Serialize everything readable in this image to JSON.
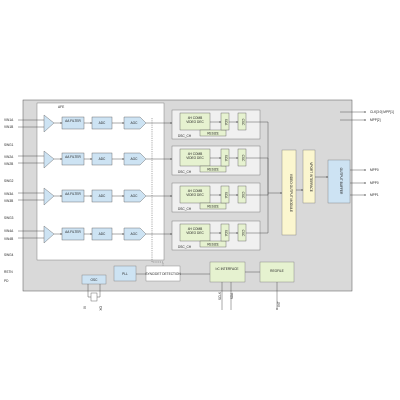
{
  "diagram": {
    "afe_label": "AFE",
    "inputs": [
      "VIN1A",
      "VIN1B",
      "SWG1",
      "VIN2A",
      "VIN2B",
      "SWG2",
      "VIN3A",
      "VIN3B",
      "SWG3",
      "VIN4A",
      "VIN4B",
      "SWG4"
    ],
    "bottom_left_inputs": [
      "RSTN",
      "PD"
    ],
    "channel_blocks": {
      "aa_filter": "AA FILTER",
      "adc": "ADC",
      "agc": "AGC",
      "decoder": "4H COMB VIDEO DEC",
      "resizer": "RESIZE",
      "dsc": "DSC_CH",
      "scaler": "SCA",
      "csc": "CSC"
    },
    "video_output_module": "VIDEO OUTPUT MODULE",
    "vport_interface": "VPORT INTERFACE",
    "output_buffer": "OUTPUT BUFFER",
    "right_outputs_top": [
      "CLK[3:0] MPP[1]",
      "MPP[2]"
    ],
    "right_outputs": [
      "MPP0",
      "MPP0",
      "MPP1"
    ],
    "osc": "OSC",
    "pll": "PLL",
    "sync_detection": "SYNC/DET DETECTION",
    "i2c_interface": "I²C INTERFACE",
    "regfile": "REGFILE",
    "xtal_pins": [
      "XI",
      "XO"
    ],
    "i2c_pins": [
      "SCLK",
      "SDA"
    ],
    "int_pin": "INT",
    "colors": {
      "chip_bg": "#d9d9d9",
      "afe_bg": "#ffffff",
      "channel_bg": "#f0f0f0",
      "blue_block": "#cde3f3",
      "green_block": "#e6f2d0",
      "yellow_block": "#fbf6cf"
    }
  }
}
